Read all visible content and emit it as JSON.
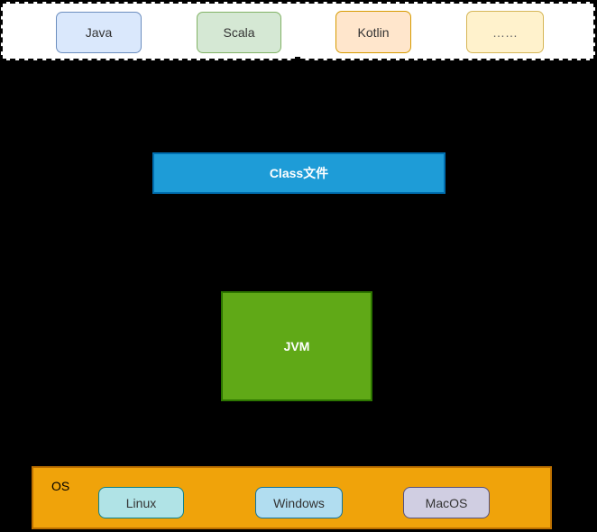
{
  "page": {
    "background": "#000000"
  },
  "diagram": {
    "languages_panel": {
      "background": "#ffffff",
      "border_color": "#000000",
      "items": [
        {
          "label": "Java",
          "fill": "#dae8fc",
          "border": "#6c8ebf",
          "text_color": "#333333"
        },
        {
          "label": "Scala",
          "fill": "#d5e8d4",
          "border": "#82b366",
          "text_color": "#333333"
        },
        {
          "label": "Kotlin",
          "fill": "#ffe6cc",
          "border": "#d79b00",
          "text_color": "#333333"
        },
        {
          "label": "……",
          "fill": "#fff2cc",
          "border": "#d6b656",
          "text_color": "#666666"
        }
      ]
    },
    "class_file_node": {
      "label": "Class文件",
      "fill": "#1e9cd7",
      "border": "#006eaf",
      "text_color": "#ffffff"
    },
    "jvm_node": {
      "label": "JVM",
      "fill": "#60a917",
      "border": "#2d7600",
      "text_color": "#ffffff"
    },
    "os_node": {
      "label": "OS",
      "fill": "#f0a30a",
      "border": "#bd7000",
      "text_color": "#000000",
      "items": [
        {
          "label": "Linux",
          "fill": "#b0e3e6",
          "border": "#0e8088",
          "text_color": "#333333"
        },
        {
          "label": "Windows",
          "fill": "#b1ddf0",
          "border": "#10739e",
          "text_color": "#333333"
        },
        {
          "label": "MacOS",
          "fill": "#d0cee2",
          "border": "#56517e",
          "text_color": "#333333"
        }
      ]
    },
    "arrow_color": "#000000"
  }
}
